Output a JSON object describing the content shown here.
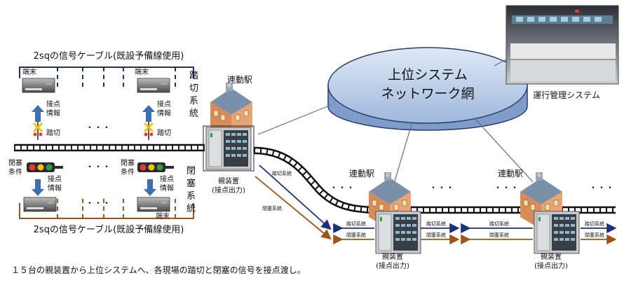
{
  "network": {
    "line1": "上位システム",
    "line2": "ネットワーク網"
  },
  "ops_system_label": "運行管理システム",
  "cable_top_label": "2sqの信号ケーブル(既設予備線使用)",
  "cable_bottom_label": "2sqの信号ケーブル(既設予備線使用)",
  "crossing_system_vertical": [
    "踏",
    "切",
    "系",
    "統"
  ],
  "block_system_vertical": [
    "閉",
    "塞",
    "系",
    "統"
  ],
  "terminal_label": "端末",
  "contact_info_label": [
    "接点",
    "情報"
  ],
  "crossing_label": "踏切",
  "block_condition_label": [
    "閉塞",
    "条件"
  ],
  "ellipsis": "・・・",
  "station_label": "連動駅",
  "parent_device_label": [
    "親装置",
    "(接点出力)"
  ],
  "crossing_system_small": "踏切系統",
  "block_system_small": "閉塞系統",
  "caption": "１５台の親装置から上位システムへ、各現場の踏切と閉塞の信号を接点渡し。",
  "colors": {
    "navy": "#1c2f7a",
    "brown": "#a0541a",
    "cloud": "#bcd0ea",
    "signal_red": "#e53935",
    "signal_yellow": "#f4c20d",
    "signal_green": "#2e9e44"
  }
}
